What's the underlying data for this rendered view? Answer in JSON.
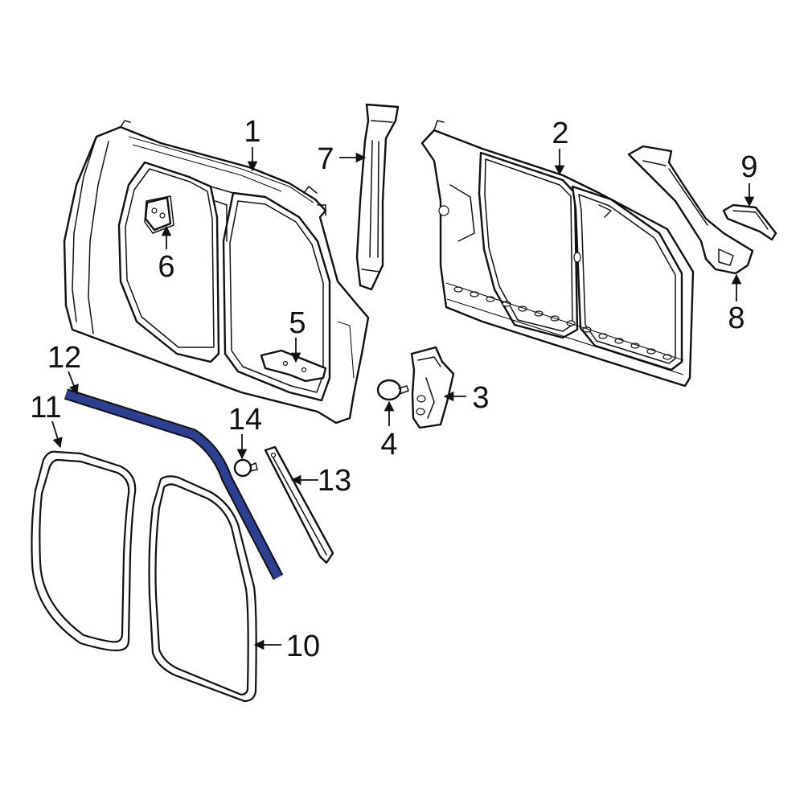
{
  "colors": {
    "line": "#111111",
    "highlight": "#2c3f93",
    "background": "#ffffff"
  },
  "callouts": {
    "c1": "1",
    "c2": "2",
    "c3": "3",
    "c4": "4",
    "c5": "5",
    "c6": "6",
    "c7": "7",
    "c8": "8",
    "c9": "9",
    "c10": "10",
    "c11": "11",
    "c12": "12",
    "c13": "13",
    "c14": "14"
  },
  "highlighted_part": "12"
}
